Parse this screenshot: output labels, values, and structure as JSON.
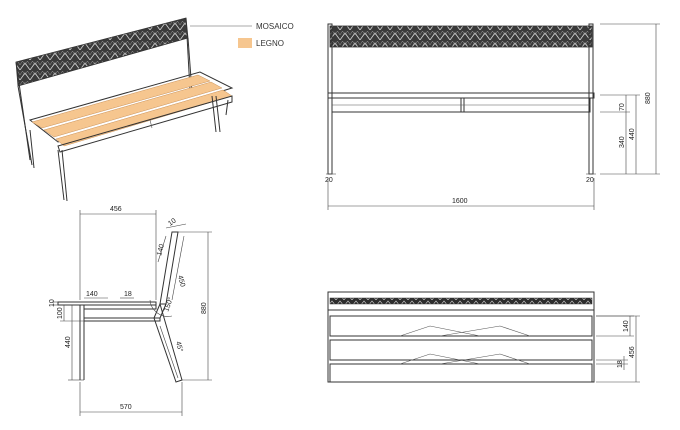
{
  "legend": {
    "items": [
      {
        "label": "MOSAICO",
        "color": "#3a3a3a"
      },
      {
        "label": "LEGNO",
        "color": "#f6c68f"
      }
    ]
  },
  "colors": {
    "wood": "#f6c68f",
    "wood_edge": "#c9925a",
    "line": "#333333"
  },
  "front_view": {
    "dims": {
      "width": "1600",
      "height": "880",
      "seat_rail": "70",
      "seat_height": "440",
      "seat_to_rail": "340",
      "foot_left": "20",
      "foot_right": "20"
    }
  },
  "side_view": {
    "dims": {
      "seat_depth": "456",
      "back_thick": "10",
      "back_slat": "140",
      "back_length": "450",
      "angle": "150°",
      "leg_angle": "45°",
      "seat_slat": "140",
      "gap": "18",
      "seat_thick": "10",
      "seat_frame": "100",
      "leg_height": "440",
      "height": "880",
      "depth": "570"
    }
  },
  "top_view": {
    "dims": {
      "slat": "140",
      "depth": "456",
      "gap": "18"
    }
  }
}
